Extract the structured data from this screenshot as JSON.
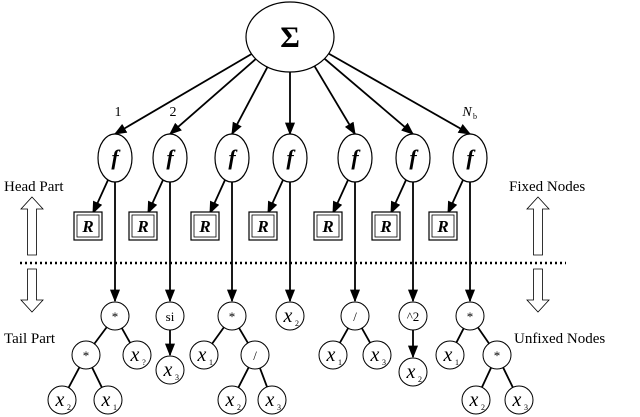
{
  "root": {
    "symbol": "Σ"
  },
  "function_symbol": "f",
  "rule_symbol": "R",
  "index_labels": [
    "1",
    "2",
    "N"
  ],
  "index_subscript": "b",
  "labels": {
    "head_part": "Head Part",
    "tail_part": "Tail Part",
    "fixed_nodes": "Fixed Nodes",
    "unfixed_nodes": "Unfixed Nodes"
  },
  "variable_symbol": "x",
  "columns": [
    {
      "op": "*",
      "children": [
        {
          "op": "*",
          "children": [
            "2",
            "1"
          ]
        },
        "?"
      ]
    },
    {
      "op": "si",
      "children": [
        "3"
      ]
    },
    {
      "op": "*",
      "children": [
        "1",
        {
          "op": "/",
          "children": [
            "2",
            "3"
          ]
        }
      ]
    },
    {
      "var": "2"
    },
    {
      "op": "/",
      "children": [
        "1",
        "3"
      ]
    },
    {
      "op": "^2",
      "children": [
        "2"
      ]
    },
    {
      "op": "*",
      "children": [
        "1",
        {
          "op": "*",
          "children": [
            "2",
            "3"
          ]
        }
      ]
    }
  ]
}
